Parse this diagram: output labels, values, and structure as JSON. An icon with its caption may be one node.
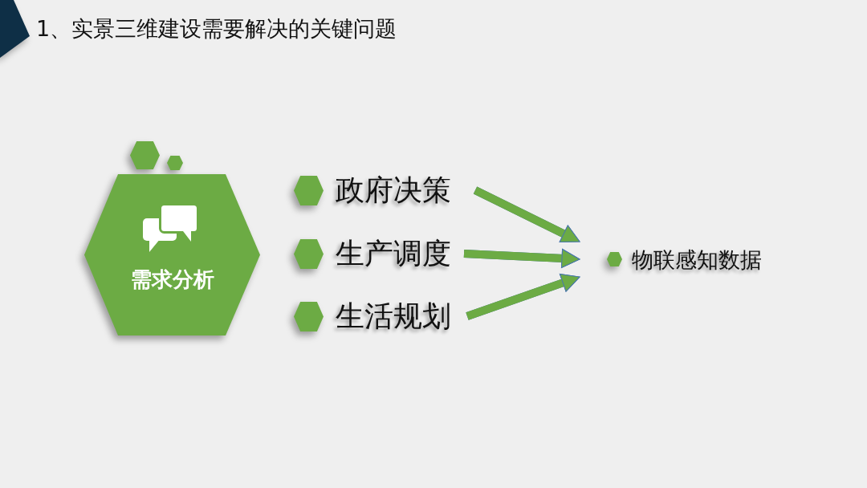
{
  "diagram": {
    "title": "1、实景三维建设需要解决的关键问题",
    "nodes": [
      {
        "text": [
          "需求分析"
        ]
      },
      {
        "text": [
          "政府决策"
        ]
      },
      {
        "text": [
          "生产调度"
        ]
      },
      {
        "text": [
          "生活规划"
        ]
      },
      {
        "text": [
          "物联感知数据"
        ]
      }
    ],
    "edges": [
      {
        "from": 1,
        "to": 4,
        "arrow": "to"
      },
      {
        "from": 2,
        "to": 4,
        "arrow": "to"
      },
      {
        "from": 3,
        "to": 4,
        "arrow": "to"
      }
    ]
  }
}
